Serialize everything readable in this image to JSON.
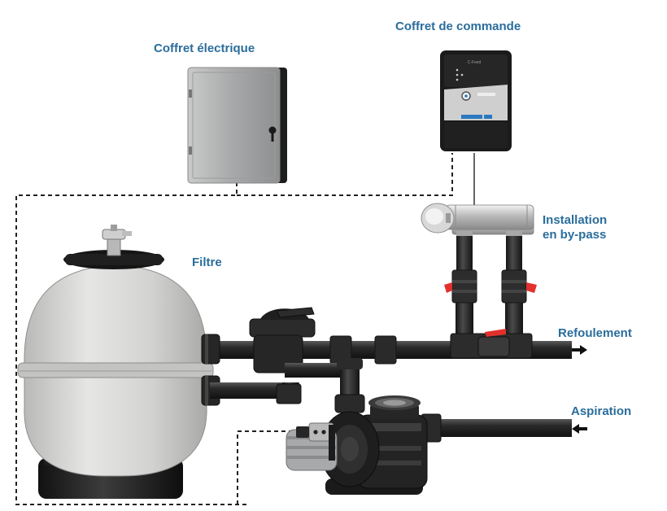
{
  "labels": {
    "coffret_electrique": "Coffret électrique",
    "coffret_commande": "Coffret de commande",
    "installation_bypass_line1": "Installation",
    "installation_bypass_line2": "en by-pass",
    "filtre": "Filtre",
    "refoulement": "Refoulement",
    "aspiration": "Aspiration"
  },
  "device": {
    "brand_mark": "C-Feed"
  },
  "colors": {
    "label_text": "#2a6d9c",
    "pipe": "#2b2b2b",
    "valve_handle": "#e2312d",
    "cabinet_grey": "#a9aaab",
    "filter_body": "#d4d4d2",
    "control_panel": "#1e1e1e",
    "accent_blue": "#2a78c0"
  },
  "icons": {
    "flow_out": "arrow-right-icon",
    "flow_in": "arrow-left-icon"
  }
}
